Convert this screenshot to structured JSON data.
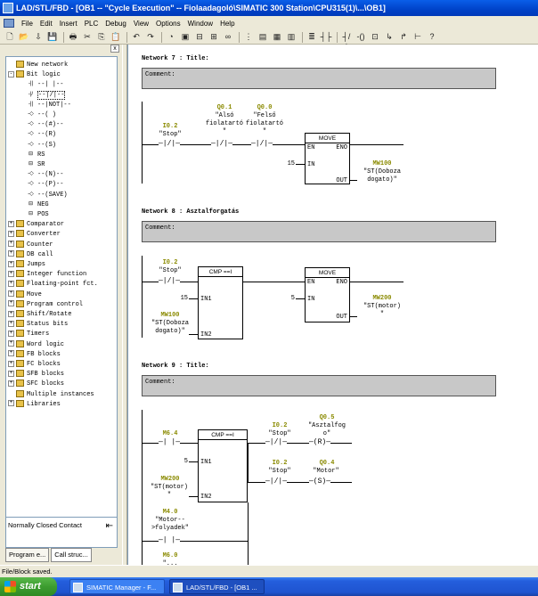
{
  "window": {
    "title": "LAD/STL/FBD - [OB1 -- \"Cycle Execution\" -- Fiolaadagoló\\SIMATIC 300 Station\\CPU315(1)\\...\\OB1]"
  },
  "menu": [
    "File",
    "Edit",
    "Insert",
    "PLC",
    "Debug",
    "View",
    "Options",
    "Window",
    "Help"
  ],
  "toolbar_icons": [
    "new-icon",
    "open-icon",
    "download-icon",
    "save-icon",
    "print-icon",
    "cut-icon",
    "copy-icon",
    "paste-icon",
    "undo-icon",
    "redo-icon",
    "monitor-icon",
    "module-icon",
    "network-icon",
    "branch-icon",
    "glasses-icon",
    "toggle-icon",
    "overview-icon",
    "lad-icon",
    "fbd-icon",
    "stl-icon",
    "contact-no-icon",
    "contact-nc-icon",
    "coil-icon",
    "box-icon",
    "branch-open-icon",
    "branch-close-icon",
    "connection-icon",
    "help-icon"
  ],
  "toolbar_glyphs": [
    "🗋",
    "📂",
    "⇩",
    "💾",
    "🖶",
    "✂",
    "⎘",
    "📋",
    "↶",
    "↷",
    "◔",
    "▣",
    "⊟",
    "⊞",
    "∞",
    "⋮",
    "▤",
    "▦",
    "▥",
    "≣",
    "┤├",
    "┤/├",
    "-()",
    "⊡",
    "↳",
    "↱",
    "⊢",
    "?"
  ],
  "tree": {
    "close_label": "x",
    "items": [
      {
        "label": "New network",
        "indent": 0,
        "pm": "",
        "icon": "folder"
      },
      {
        "label": "Bit logic",
        "indent": 0,
        "pm": "-",
        "icon": "folder"
      },
      {
        "label": "--|  |--",
        "indent": 1,
        "pm": "",
        "icon": "sel",
        "glyph": "-||"
      },
      {
        "label": "--|/|--",
        "indent": 1,
        "pm": "",
        "icon": "sel",
        "glyph": "-|/",
        "highlight": true
      },
      {
        "label": "--|NOT|--",
        "indent": 1,
        "pm": "",
        "icon": "sel",
        "glyph": "-||"
      },
      {
        "label": "--( )",
        "indent": 1,
        "pm": "",
        "icon": "sel",
        "glyph": "-◇"
      },
      {
        "label": "--(#)--",
        "indent": 1,
        "pm": "",
        "icon": "sel",
        "glyph": "-◇"
      },
      {
        "label": "--(R)",
        "indent": 1,
        "pm": "",
        "icon": "sel",
        "glyph": "-◇"
      },
      {
        "label": "--(S)",
        "indent": 1,
        "pm": "",
        "icon": "sel",
        "glyph": "-◇"
      },
      {
        "label": "RS",
        "indent": 1,
        "pm": "",
        "icon": "sel",
        "glyph": "⊟"
      },
      {
        "label": "SR",
        "indent": 1,
        "pm": "",
        "icon": "sel",
        "glyph": "⊟"
      },
      {
        "label": "--(N)--",
        "indent": 1,
        "pm": "",
        "icon": "sel",
        "glyph": "-◇"
      },
      {
        "label": "--(P)--",
        "indent": 1,
        "pm": "",
        "icon": "sel",
        "glyph": "-◇"
      },
      {
        "label": "--(SAVE)",
        "indent": 1,
        "pm": "",
        "icon": "sel",
        "glyph": "-◇"
      },
      {
        "label": "NEG",
        "indent": 1,
        "pm": "",
        "icon": "sel",
        "glyph": "⊟"
      },
      {
        "label": "POS",
        "indent": 1,
        "pm": "",
        "icon": "sel",
        "glyph": "⊟"
      },
      {
        "label": "Comparator",
        "indent": 0,
        "pm": "+",
        "icon": "folder"
      },
      {
        "label": "Converter",
        "indent": 0,
        "pm": "+",
        "icon": "folder"
      },
      {
        "label": "Counter",
        "indent": 0,
        "pm": "+",
        "icon": "folder"
      },
      {
        "label": "DB call",
        "indent": 0,
        "pm": "+",
        "icon": "folder"
      },
      {
        "label": "Jumps",
        "indent": 0,
        "pm": "+",
        "icon": "folder"
      },
      {
        "label": "Integer function",
        "indent": 0,
        "pm": "+",
        "icon": "folder"
      },
      {
        "label": "Floating-point fct.",
        "indent": 0,
        "pm": "+",
        "icon": "folder"
      },
      {
        "label": "Move",
        "indent": 0,
        "pm": "+",
        "icon": "folder"
      },
      {
        "label": "Program control",
        "indent": 0,
        "pm": "+",
        "icon": "folder"
      },
      {
        "label": "Shift/Rotate",
        "indent": 0,
        "pm": "+",
        "icon": "folder"
      },
      {
        "label": "Status bits",
        "indent": 0,
        "pm": "+",
        "icon": "folder"
      },
      {
        "label": "Timers",
        "indent": 0,
        "pm": "+",
        "icon": "folder"
      },
      {
        "label": "Word logic",
        "indent": 0,
        "pm": "+",
        "icon": "folder"
      },
      {
        "label": "FB blocks",
        "indent": 0,
        "pm": "+",
        "icon": "folder"
      },
      {
        "label": "FC blocks",
        "indent": 0,
        "pm": "+",
        "icon": "folder"
      },
      {
        "label": "SFB blocks",
        "indent": 0,
        "pm": "+",
        "icon": "folder"
      },
      {
        "label": "SFC blocks",
        "indent": 0,
        "pm": "+",
        "icon": "folder"
      },
      {
        "label": "Multiple instances",
        "indent": 0,
        "pm": "",
        "icon": "folder"
      },
      {
        "label": "Libraries",
        "indent": 0,
        "pm": "+",
        "icon": "folder"
      }
    ]
  },
  "info": {
    "text": "Normally Closed Contact",
    "key_icon": "⇤"
  },
  "left_tabs": [
    "Program e...",
    "Call struc..."
  ],
  "networks": {
    "n7": {
      "title": "Network 7 : Title:",
      "comment": "Comment:",
      "c1_addr": "I0.2",
      "c1_sym": "\"Stop\"",
      "c2_addr": "Q0.1",
      "c2_sym": "\"Alsó\nfiolatartó\n\"",
      "c3_addr": "Q0.0",
      "c3_sym": "\"Felső\nfiolatartó\n\"",
      "contact_glyph": "—|/|—",
      "box_title": "MOVE",
      "en": "EN",
      "eno": "ENO",
      "in": "IN",
      "out": "OUT",
      "in_val": "15",
      "out_addr": "MW100",
      "out_sym": "\"ST(Doboza\ndogato)\""
    },
    "n8": {
      "title": "Network 8 : Asztalforgatás",
      "comment": "Comment:",
      "c1_addr": "I0.2",
      "c1_sym": "\"Stop\"",
      "contact_glyph": "—|/|—",
      "cmp_title": "CMP ==I",
      "in1": "IN1",
      "in2": "IN2",
      "in1_val": "15",
      "in2_addr": "MW100",
      "in2_sym": "\"ST(Doboza\ndogato)\"",
      "move_title": "MOVE",
      "en": "EN",
      "eno": "ENO",
      "in": "IN",
      "out": "OUT",
      "move_in_val": "5",
      "out_addr": "MW200",
      "out_sym": "\"ST(motor)\n\""
    },
    "n9": {
      "title": "Network 9 : Title:",
      "comment": "Comment:",
      "c1_addr": "M6.4",
      "c1_glyph": "—| |—",
      "cmp_title": "CMP ==I",
      "in1": "IN1",
      "in2": "IN2",
      "in1_val": "5",
      "in2_addr": "MW200",
      "in2_sym": "\"ST(motor)\n\"",
      "c2_addr": "I0.2",
      "c2_sym": "\"Stop\"",
      "c2_glyph": "—|/|—",
      "coil1_addr": "Q0.5",
      "coil1_sym": "\"Asztalfog\no\"",
      "coil1_glyph": "—(R)—",
      "c3_addr": "I0.2",
      "c3_sym": "\"Stop\"",
      "c3_glyph": "—|/|—",
      "coil2_addr": "Q0.4",
      "coil2_sym": "\"Motor\"",
      "coil2_glyph": "—(S)—",
      "c4_addr": "M4.0",
      "c4_sym": "\"Motor--\n>folyadek\"",
      "c4_glyph": "—| |—",
      "c5_addr": "M6.0",
      "c5_sym": "\"..."
    }
  },
  "status": {
    "text": "File/Block saved."
  },
  "taskbar": {
    "start": "start",
    "tasks": [
      "SIMATIC Manager - F...",
      "LAD/STL/FBD - [OB1 ..."
    ]
  }
}
